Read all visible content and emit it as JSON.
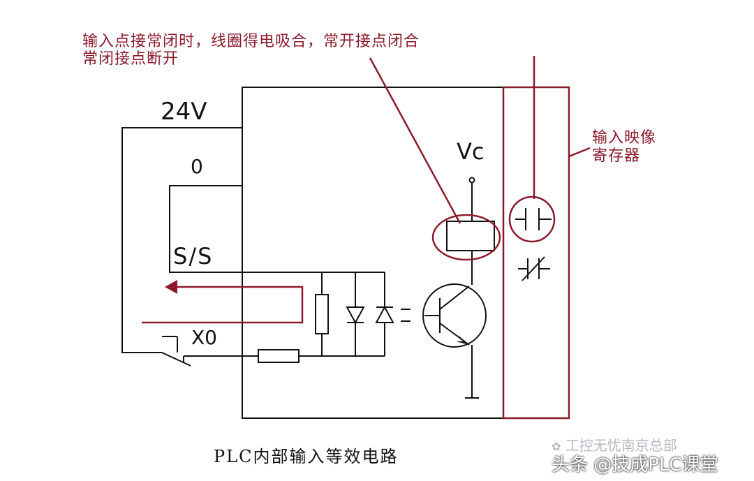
{
  "annotations": {
    "input_closed_line1": "输入点接常闭时，线圈得电吸合，常开接点闭合",
    "input_closed_line2": "常闭接点断开",
    "register_line1": "输入映像",
    "register_line2": "寄存器"
  },
  "labels": {
    "supply_voltage": "24V",
    "zero_terminal": "0",
    "common_terminal": "S/S",
    "input_terminal": "X0",
    "vc": "Vc"
  },
  "caption": "PLC内部输入等效电路",
  "watermark": {
    "line1": "工控无忧南京总部",
    "line2": "头条 @技成PLC课堂"
  },
  "colors": {
    "line": "#111111",
    "annotation": "#8b1a2b"
  }
}
